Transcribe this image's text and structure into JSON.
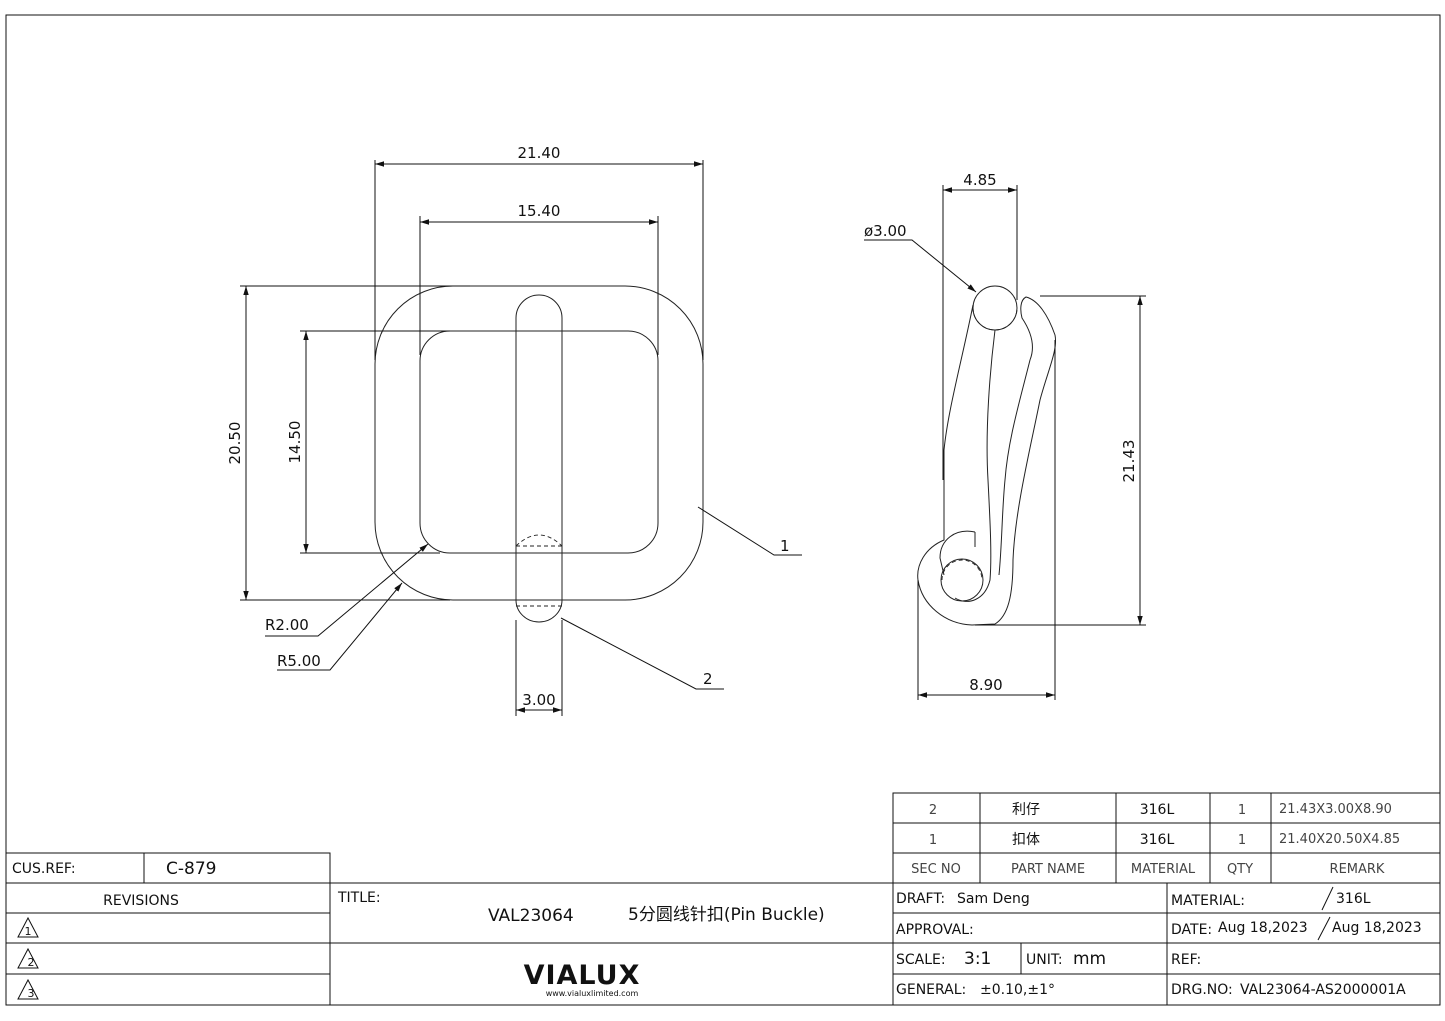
{
  "drawing": {
    "front_view": {
      "width_outer": "21.40",
      "width_inner": "15.40",
      "height_outer": "20.50",
      "height_inner": "14.50",
      "radius_inner": "R2.00",
      "radius_outer": "R5.00",
      "pin_width": "3.00",
      "balloon_1": "1",
      "balloon_2": "2"
    },
    "side_view": {
      "thickness": "4.85",
      "diameter": "ø3.00",
      "height": "21.43",
      "depth": "8.90"
    }
  },
  "bom": {
    "rows": [
      {
        "sec_no": "2",
        "part_name": "利仔",
        "material": "316L",
        "qty": "1",
        "remark": "21.43X3.00X8.90"
      },
      {
        "sec_no": "1",
        "part_name": "扣体",
        "material": "316L",
        "qty": "1",
        "remark": "21.40X20.50X4.85"
      }
    ],
    "headers": {
      "sec_no": "SEC NO",
      "part_name": "PART NAME",
      "material": "MATERIAL",
      "qty": "QTY",
      "remark": "REMARK"
    }
  },
  "title_block": {
    "cus_ref_label": "CUS.REF:",
    "cus_ref_value": "C-879",
    "revisions_label": "REVISIONS",
    "title_label": "TITLE:",
    "part_number": "VAL23064",
    "part_description": "5分圆线针扣(Pin Buckle)",
    "logo_text": "VIALUX",
    "logo_url": "www.vialuxlimited.com",
    "draft_label": "DRAFT:",
    "draft_value": "Sam Deng",
    "approval_label": "APPROVAL:",
    "scale_label": "SCALE:",
    "scale_value": "3:1",
    "unit_label": "UNIT:",
    "unit_value": "mm",
    "general_label": "GENERAL:",
    "general_value": "±0.10,±1°",
    "material_label": "MATERIAL:",
    "material_value": "316L",
    "date_label": "DATE:",
    "date_value_1": "Aug 18,2023",
    "date_value_2": "Aug 18,2023",
    "ref_label": "REF:",
    "drg_no_label": "DRG.NO:",
    "drg_no_value": "VAL23064-AS2000001A",
    "revision_marks": [
      "1",
      "2",
      "3"
    ]
  }
}
